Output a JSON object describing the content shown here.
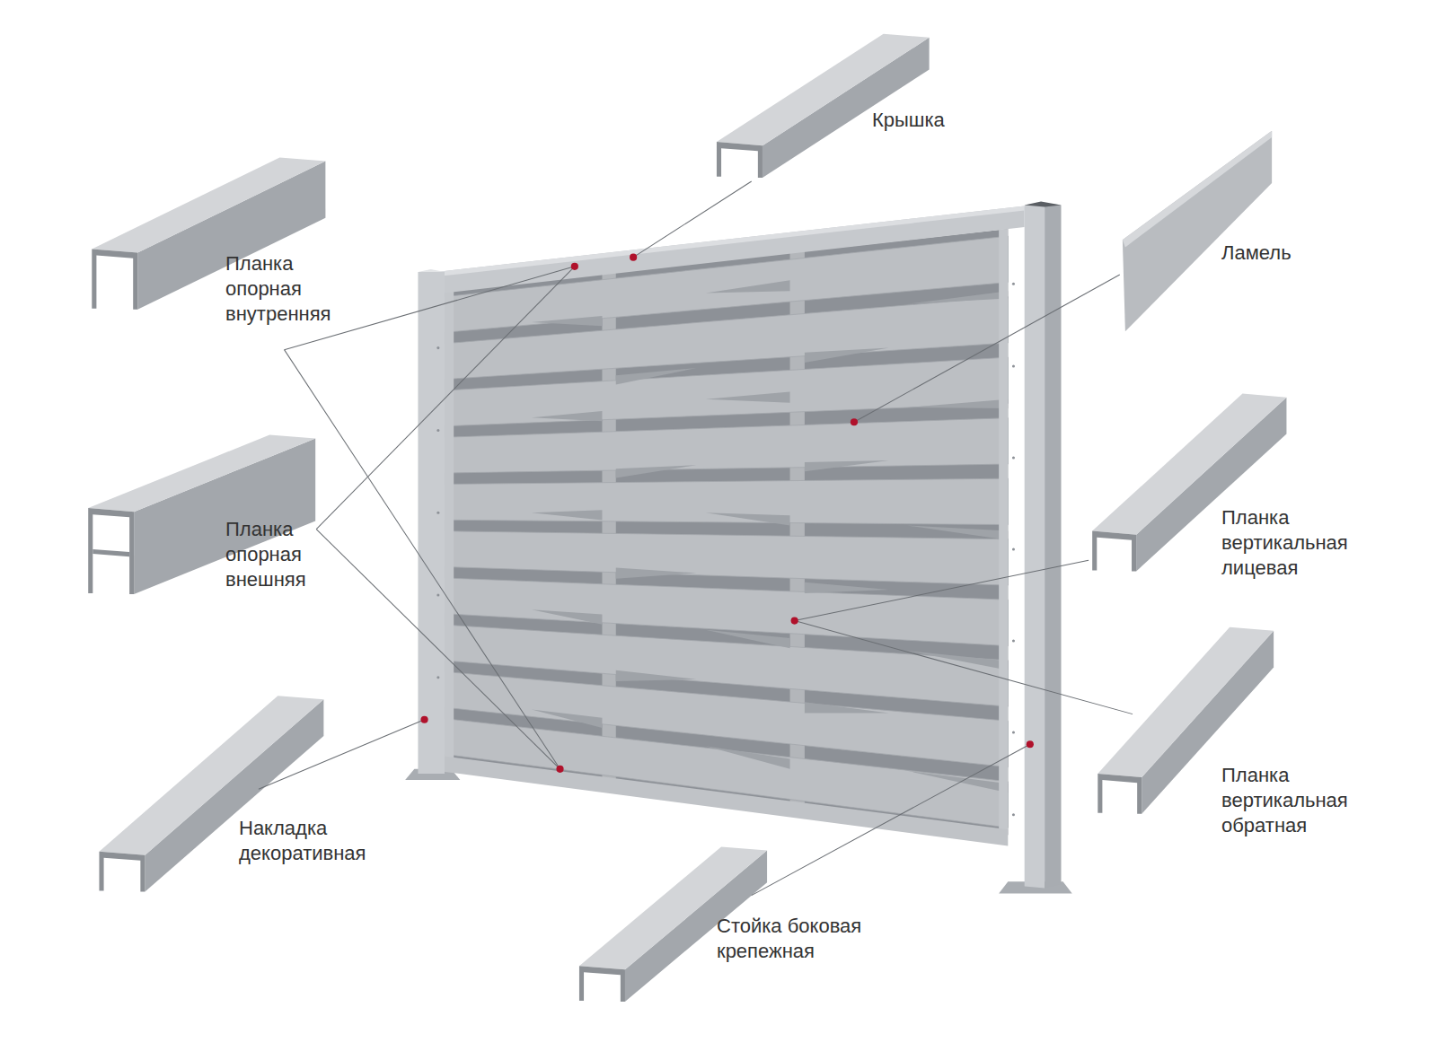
{
  "diagram": {
    "labels": [
      "Крышка",
      "Ламель",
      "Планка опорная внутренняя",
      "Планка вертикальная лицевая",
      "Планка опорная внешняя",
      "Планка вертикальная обратная",
      "Накладка декоративная",
      "Стойка боковая крепежная"
    ]
  }
}
